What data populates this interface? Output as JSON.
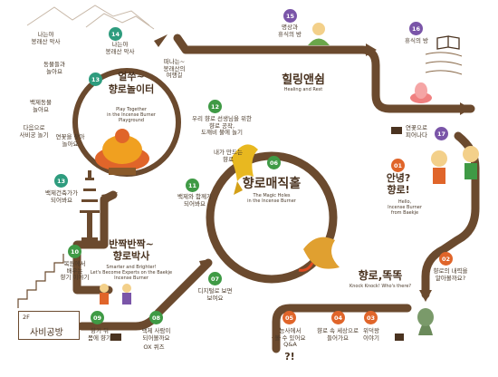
{
  "colors": {
    "path": "#6b4a2e",
    "teal": "#2e9c7e",
    "green": "#3f9a45",
    "purple": "#7a55a8",
    "orange": "#e0652a",
    "mountain": "#c8b8a8"
  },
  "stations": [
    {
      "num": "01",
      "color": "#e0652a",
      "text": "안녕?\n향로!",
      "sub": "Hello,\nIncense Burner\nfrom Baekje"
    },
    {
      "num": "02",
      "color": "#e0652a",
      "text": "향로의 내력을\n알아볼까요?"
    },
    {
      "num": "03",
      "color": "#e0652a",
      "text": "위덕왕\n이야기"
    },
    {
      "num": "04",
      "color": "#e0652a",
      "text": "향로 속 세상으로\n들어가요"
    },
    {
      "num": "05",
      "color": "#e0652a",
      "text": "능사에서\n볼 수 있어요\nQ&A",
      "extra": "?!"
    },
    {
      "num": "06",
      "color": "#3f9a45",
      "text": "향로매직홀",
      "sub": "The Magic Holes\nin the Incense Burner"
    },
    {
      "num": "07",
      "color": "#3f9a45",
      "text": "디지털로 보면\n보여요"
    },
    {
      "num": "08",
      "color": "#3f9a45",
      "text": "백제 사람이\n되어볼까요",
      "extra": "OX 퀴즈"
    },
    {
      "num": "09",
      "color": "#3f9a45",
      "text": "향기 뒤\n몸에 향기"
    },
    {
      "num": "10",
      "color": "#3f9a45",
      "text": "복원에서\n배우는\n향기 이야기"
    },
    {
      "num": "11",
      "color": "#3f9a45",
      "text": "백제와 함께가\n되어봐요"
    },
    {
      "num": "12",
      "color": "#3f9a45",
      "text": "우리 향로 선생님을 위한\n향로 공작,\n도깨비 불에 놀기"
    },
    {
      "num": "13",
      "color": "#2e9c7e",
      "text": "백제건축가가\n되어봐요"
    },
    {
      "num": "13",
      "color": "#2e9c7e",
      "text": "얼쑤~\n향로놀이터",
      "sub": "Play Together\nin the Incense Burner\nPlayground"
    },
    {
      "num": "14",
      "color": "#2e9c7e",
      "text": "나는야\n봉래산 악사"
    },
    {
      "num": "15",
      "color": "#7a55a8",
      "text": "명상과\n휴식의 방"
    },
    {
      "num": "16",
      "color": "#7a55a8",
      "text": "휴식의 방"
    },
    {
      "num": "17",
      "color": "#7a55a8",
      "text": "연꽃으로\n피어나다"
    }
  ],
  "playground_items": [
    "나는야\n봉래산 악사",
    "동물들과\n놀아요",
    "나는야\n봉래산 악사",
    "백제동물\n놀아요",
    "다음으로\n사비궁 놀기",
    "연꽃을 찾아\n놀아요",
    "떠나는~\n봉래산의\n여행길"
  ],
  "labels": {
    "healing_title": "힐링앤쉼",
    "healing_sub": "Healing and Rest",
    "knock_title": "향로,똑똑",
    "knock_sub": "Knock Knock! Who's there?",
    "smarter_title": "반짝반짝~\n향로박사",
    "smarter_sub": "Smarter and Brighter!\nLet's Become Experts on the Baekje\nIncense Burner",
    "phoenix_label": "내가 만드는\n향로",
    "floor": "2F",
    "room": "사비공방"
  }
}
